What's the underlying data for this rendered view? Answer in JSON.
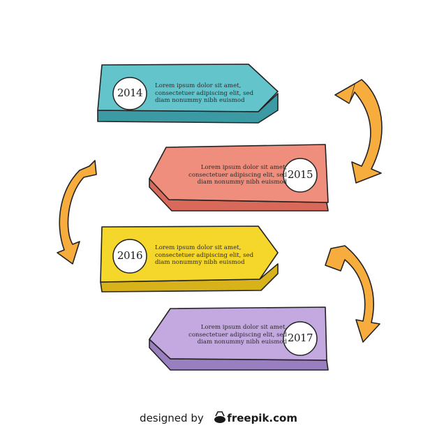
{
  "timeline": {
    "entries": [
      {
        "year": "2014",
        "line1": "Lorem ipsum dolor sit amet,",
        "line2": "consectetuer adipiscing elit, sed",
        "line3": "diam nonummy nibh euismod",
        "color": "#63c4cc"
      },
      {
        "year": "2015",
        "line1": "Lorem ipsum dolor sit amet,",
        "line2": "consectetuer adipiscing elit, sed",
        "line3": "diam nonummy nibh euismod",
        "color": "#ef8e7c"
      },
      {
        "year": "2016",
        "line1": "Lorem ipsum dolor sit amet,",
        "line2": "consectetuer adipiscing elit, sed",
        "line3": "diam nonummy nibh euismod",
        "color": "#f5d62a"
      },
      {
        "year": "2017",
        "line1": "Lorem ipsum dolor sit amet,",
        "line2": "consectetuer adipiscing elit, sed",
        "line3": "diam nonummy nibh euismod",
        "color": "#c3a9df"
      }
    ],
    "arrow_color": "#f6ad3d"
  },
  "credit": {
    "prefix": "designed by",
    "brand": "freepik.com",
    "logo_icon": "freepik-logo-icon"
  }
}
